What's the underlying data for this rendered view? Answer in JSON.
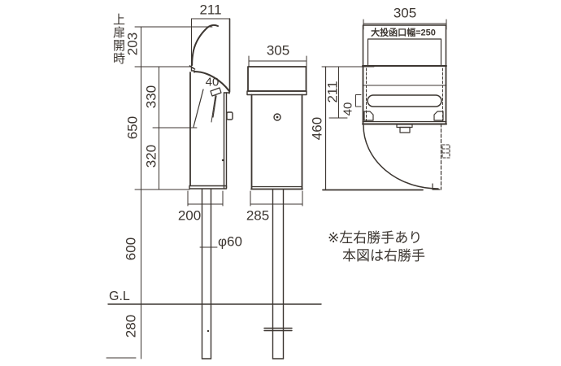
{
  "colors": {
    "line": "#3c3631",
    "background": "#ffffff"
  },
  "side_view": {
    "top_door_open_label": "上扉開時",
    "dim_top_door_open_height": "203",
    "dim_depth_top": "211",
    "dim_upper_section": "330",
    "dim_body_height": "650",
    "dim_lower_section": "320",
    "dim_depth_body": "200",
    "dim_slot_depth": "40",
    "dim_pole_above_ground": "600",
    "dim_pole_below_ground": "280",
    "pole_diameter": "φ60",
    "ground_line_label": "G.L"
  },
  "front_view": {
    "dim_cap_width": "305",
    "dim_body_width": "285"
  },
  "open_door_view": {
    "dim_width": "305",
    "slot_width_label": "大投函口幅=250",
    "dim_upper_door_height": "211",
    "dim_slot_height": "40",
    "dim_box_height": "460"
  },
  "note": {
    "line1": "※左右勝手あり",
    "line2": "本図は右勝手"
  }
}
